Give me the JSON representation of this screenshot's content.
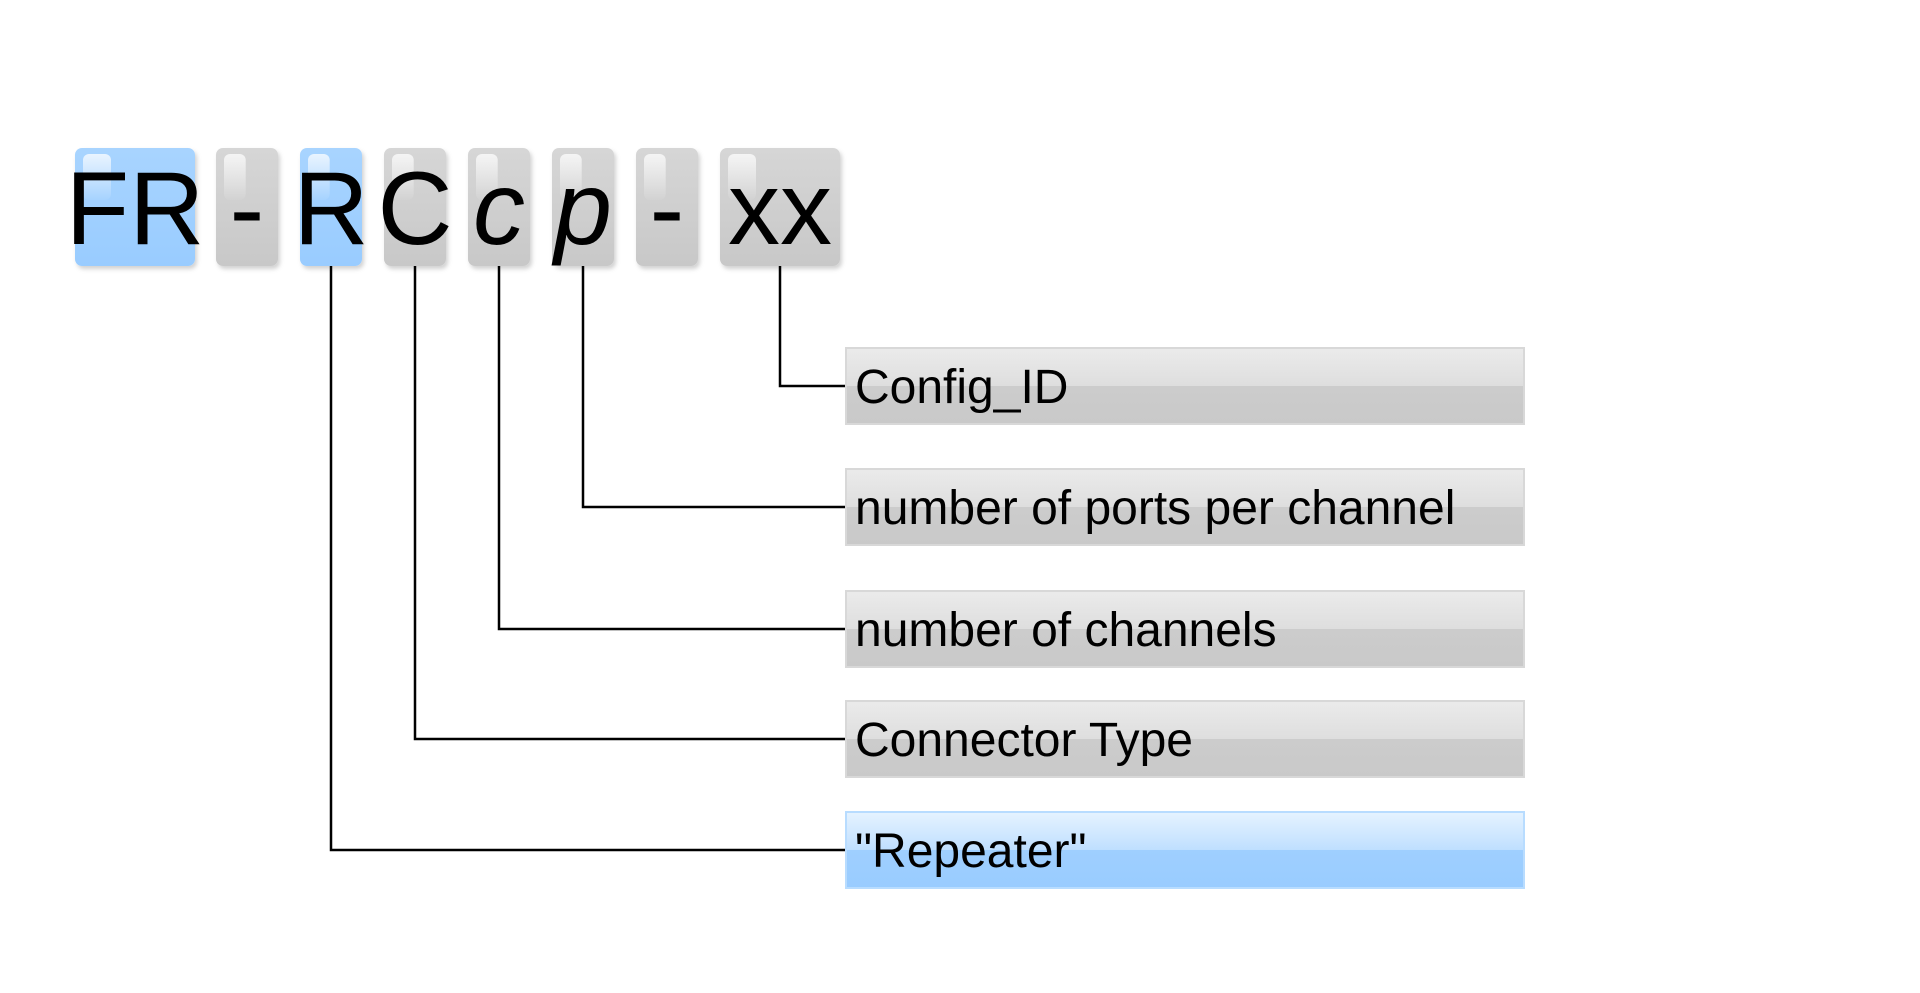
{
  "code": {
    "segments": [
      {
        "key": "fr",
        "text": "FR",
        "italic": false,
        "highlight": true
      },
      {
        "key": "dash1",
        "text": "-",
        "italic": false,
        "highlight": false
      },
      {
        "key": "r",
        "text": "R",
        "italic": false,
        "highlight": true
      },
      {
        "key": "c-upper",
        "text": "C",
        "italic": false,
        "highlight": false
      },
      {
        "key": "c-lower",
        "text": "c",
        "italic": true,
        "highlight": false
      },
      {
        "key": "p",
        "text": "p",
        "italic": true,
        "highlight": false
      },
      {
        "key": "dash2",
        "text": "-",
        "italic": false,
        "highlight": false
      },
      {
        "key": "xx",
        "text": "xx",
        "italic": false,
        "highlight": false
      }
    ]
  },
  "labels": [
    {
      "key": "config-id",
      "text": "Config_ID",
      "highlight": false,
      "segment": "xx"
    },
    {
      "key": "ports",
      "text": "number of ports per channel",
      "highlight": false,
      "segment": "p"
    },
    {
      "key": "channels",
      "text": "number of channels",
      "highlight": false,
      "segment": "c-lower"
    },
    {
      "key": "connector",
      "text": "Connector Type",
      "highlight": false,
      "segment": "c-upper"
    },
    {
      "key": "repeater",
      "text": "\"Repeater\"",
      "highlight": true,
      "segment": "r"
    }
  ],
  "colors": {
    "gray_top": "#ebebeb",
    "gray_bottom": "#c9c9c9",
    "gray_border": "#d8d8d8",
    "blue_top": "#e6f3ff",
    "blue_bottom": "#99ccff",
    "blue_border": "#b8dcff",
    "line": "#000000",
    "text": "#000000"
  }
}
